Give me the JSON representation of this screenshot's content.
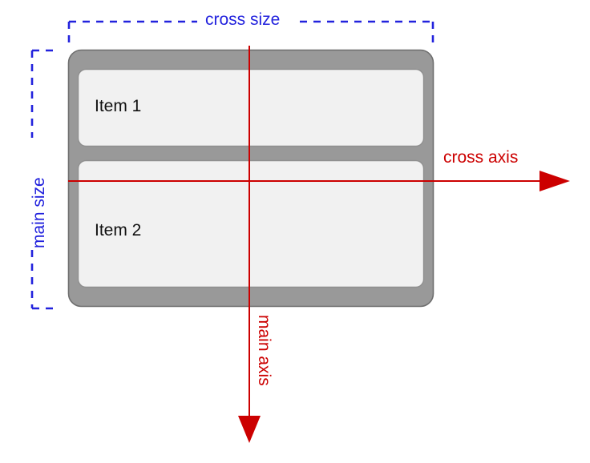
{
  "diagram": {
    "title_text_elements": {
      "cross_size_label": "cross size",
      "main_size_label": "main size",
      "cross_axis_label": "cross axis",
      "main_axis_label": "main axis"
    },
    "container": {
      "name": "flex-container",
      "border_color": "#999999",
      "border_edge_color": "#666666",
      "fill_color": "#999999"
    },
    "items": [
      {
        "label": "Item 1",
        "fill_color": "#f1f1f1",
        "border_color": "#9a9a9a"
      },
      {
        "label": "Item 2",
        "fill_color": "#f1f1f1",
        "border_color": "#9a9a9a"
      }
    ],
    "axes": {
      "cross": {
        "label": "cross axis",
        "color": "#cc0000",
        "direction": "horizontal-right"
      },
      "main": {
        "label": "main axis",
        "color": "#cc0000",
        "direction": "vertical-down"
      }
    },
    "measures": {
      "cross_size": {
        "label": "cross size",
        "color": "#2222dd",
        "orientation": "horizontal",
        "style": "dashed-bracket"
      },
      "main_size": {
        "label": "main size",
        "color": "#2222dd",
        "orientation": "vertical",
        "style": "dashed-bracket"
      }
    },
    "colors": {
      "accent_blue": "#2222dd",
      "accent_red": "#cc0000",
      "container_gray": "#999999",
      "item_gray": "#f1f1f1",
      "background": "#ffffff"
    }
  }
}
